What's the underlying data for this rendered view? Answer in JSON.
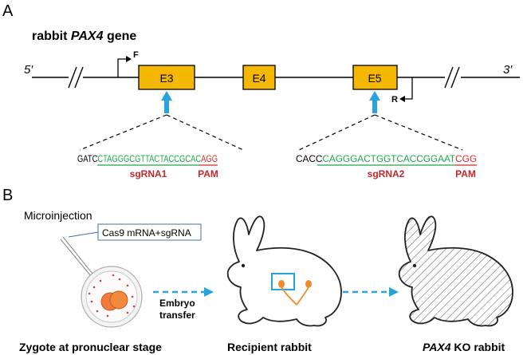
{
  "panel_a": {
    "label": "A",
    "gene_title_prefix": "rabbit ",
    "gene_title_italic": "PAX4",
    "gene_title_suffix": " gene",
    "end_5": "5′",
    "end_3": "3′",
    "primer_f": "F",
    "primer_r": "R",
    "exons": [
      "E3",
      "E4",
      "E5"
    ],
    "target1": {
      "prefix": "GATC",
      "guide": "CTAGGGCGTTACTACCGCAC",
      "pam": "AGG",
      "guide_label": "sgRNA1",
      "pam_label": "PAM"
    },
    "target2": {
      "prefix": "CACC",
      "guide": "CAGGGACTGGTCACCGGAAT",
      "pam": "CGG",
      "guide_label": "sgRNA2",
      "pam_label": "PAM"
    }
  },
  "panel_b": {
    "label": "B",
    "microinjection": "Microinjection",
    "injection_mix": "Cas9 mRNA+sgRNA",
    "embryo_transfer_line1": "Embryo",
    "embryo_transfer_line2": "transfer",
    "zygote_caption": "Zygote at pronuclear stage",
    "recipient_caption": "Recipient rabbit",
    "ko_caption_italic": "PAX4",
    "ko_caption_suffix": " KO rabbit"
  },
  "colors": {
    "exon_fill": "#f5b800",
    "arrow_blue": "#29a3dc",
    "guide_green": "#1aa84a",
    "pam_red": "#d42a2a",
    "label_red": "#c0282b",
    "ovary_orange": "#f08a2a"
  }
}
